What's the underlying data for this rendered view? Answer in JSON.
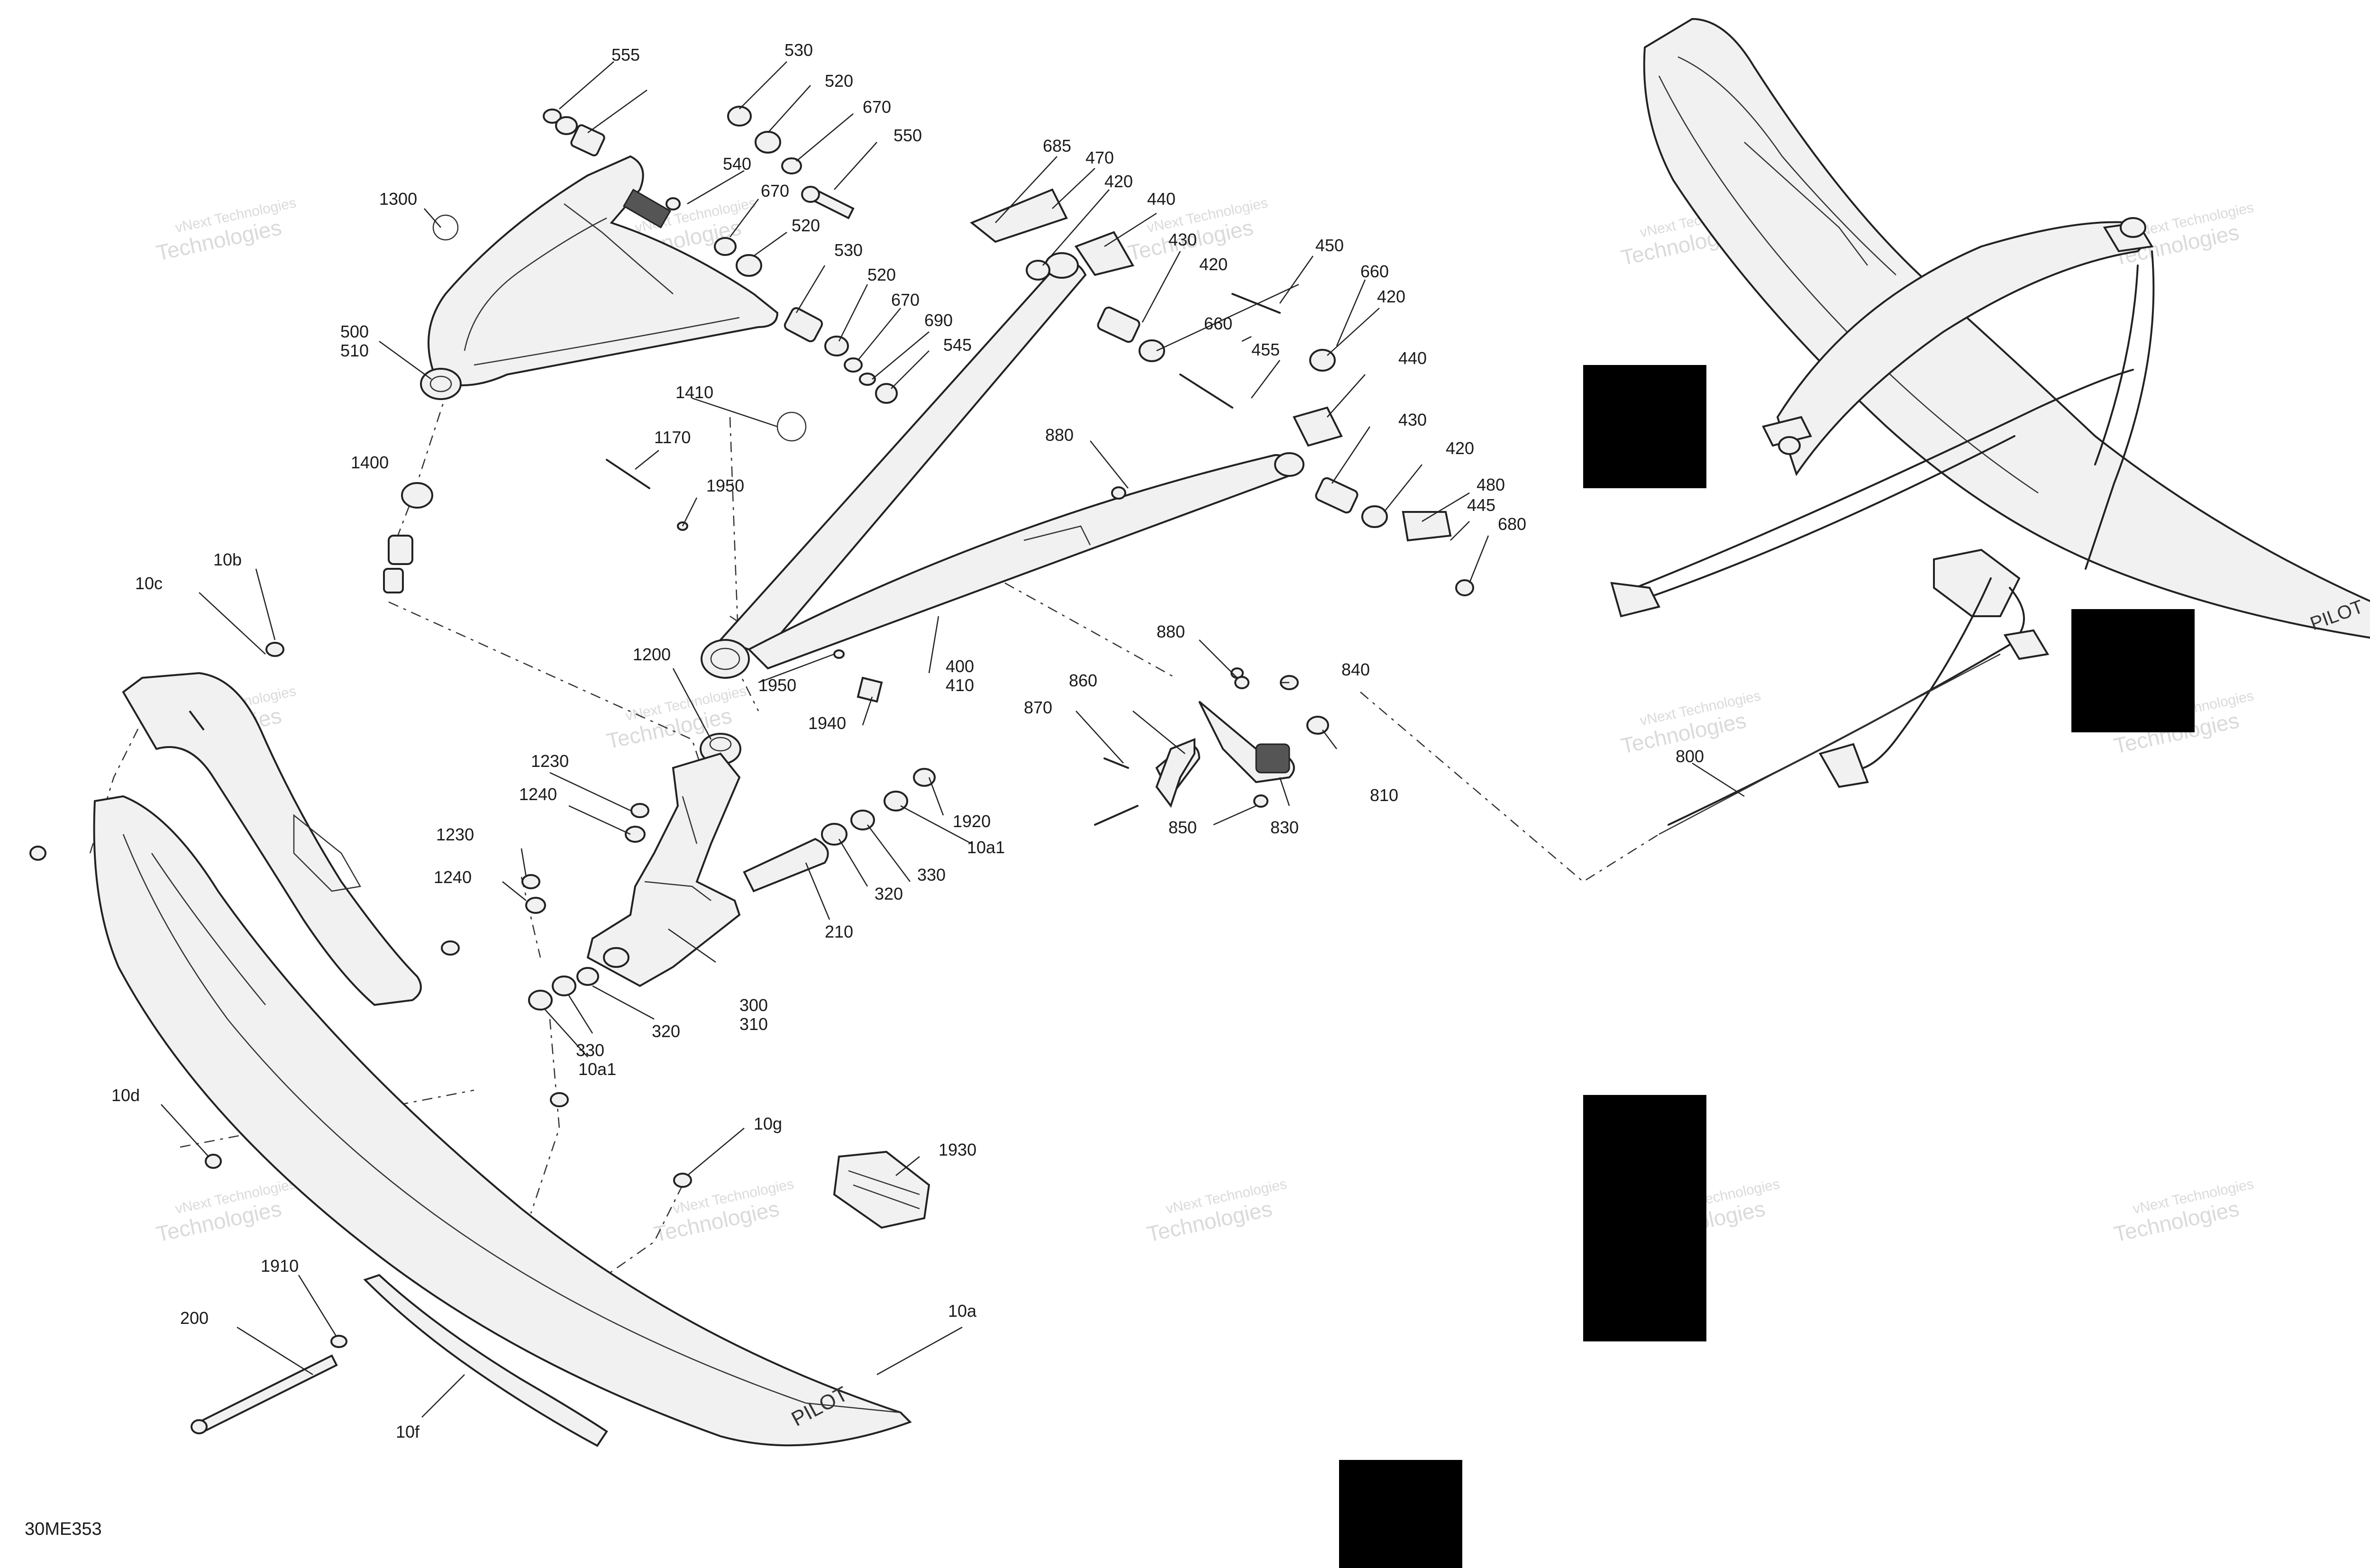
{
  "figure": {
    "id": "30ME353"
  },
  "watermark": {
    "line1": "vNext Technologies",
    "line2": "Technologies"
  },
  "colors": {
    "line": "#222222",
    "redaction": "#000000",
    "watermark": "#bdbdbd"
  },
  "callouts": [
    "555",
    "530",
    "520",
    "670",
    "550",
    "540",
    "670",
    "520",
    "1300",
    "500",
    "510",
    "530",
    "520",
    "670",
    "690",
    "545",
    "685",
    "470",
    "420",
    "440",
    "430",
    "450",
    "420",
    "660",
    "420",
    "660",
    "455",
    "1410",
    "1170",
    "1950",
    "1400",
    "880",
    "440",
    "430",
    "420",
    "480",
    "445",
    "680",
    "10b",
    "10c",
    "1200",
    "1950",
    "400",
    "410",
    "1940",
    "880",
    "840",
    "860",
    "870",
    "810",
    "830",
    "850",
    "1230",
    "1240",
    "1920",
    "10a1",
    "330",
    "320",
    "1230",
    "1240",
    "210",
    "300",
    "310",
    "320",
    "330",
    "10a1",
    "10d",
    "10g",
    "1930",
    "1910",
    "200",
    "10f",
    "10a",
    "800"
  ]
}
